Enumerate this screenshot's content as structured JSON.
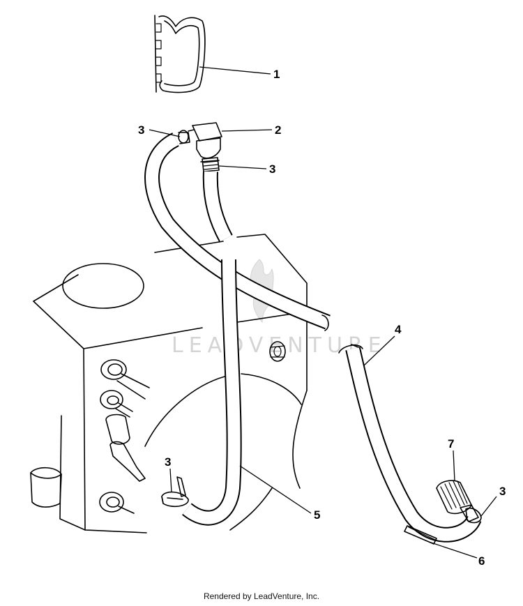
{
  "callouts": {
    "c1": "1",
    "c2": "2",
    "c3a": "3",
    "c3b": "3",
    "c3c": "3",
    "c3d": "3",
    "c4": "4",
    "c5": "5",
    "c6": "6",
    "c7": "7"
  },
  "watermark": "LEADVENTURE",
  "footer": "Rendered by LeadVenture, Inc."
}
